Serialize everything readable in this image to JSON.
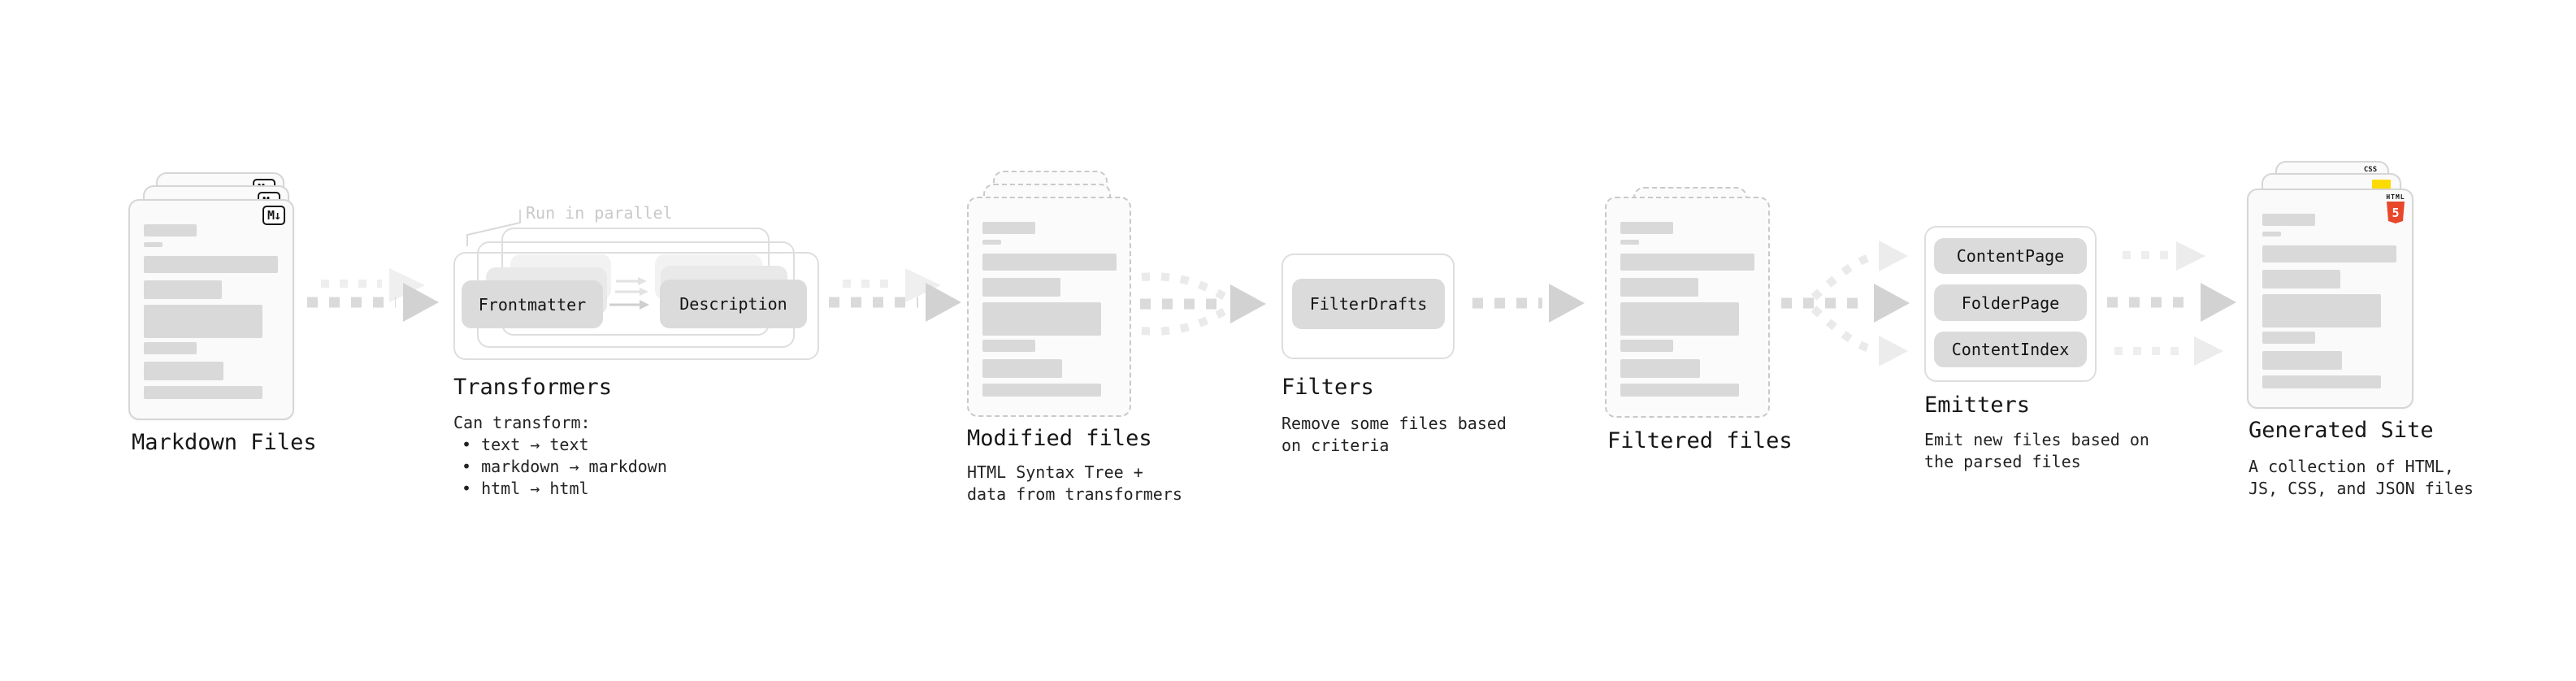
{
  "colors": {
    "html5_orange": "#e8472c",
    "js_yellow": "#fcdc00",
    "css_blue": "#2563eb",
    "bar_gray": "#d9d9d9"
  },
  "stages": {
    "markdown_files": {
      "label": "Markdown Files",
      "badge": "M↓"
    },
    "transformers": {
      "label": "Transformers",
      "annotation": "Run in parallel",
      "box1": "Frontmatter",
      "box2": "Description",
      "desc_title": "Can transform:",
      "bullet1": "• text → text",
      "bullet2": "• markdown → markdown",
      "bullet3": "• html → html"
    },
    "modified_files": {
      "label": "Modified files",
      "desc1": "HTML Syntax Tree +",
      "desc2": "data from transformers"
    },
    "filters": {
      "label": "Filters",
      "box1": "FilterDrafts",
      "desc1": "Remove some files based",
      "desc2": "on criteria"
    },
    "filtered_files": {
      "label": "Filtered files"
    },
    "emitters": {
      "label": "Emitters",
      "box1": "ContentPage",
      "box2": "FolderPage",
      "box3": "ContentIndex",
      "desc1": "Emit new files based on",
      "desc2": "the parsed files"
    },
    "generated_site": {
      "label": "Generated Site",
      "desc1": "A collection of HTML,",
      "desc2": "JS, CSS, and JSON files",
      "css_badge": "CSS",
      "html_badge_label": "HTML",
      "html_badge_number": "5"
    }
  }
}
